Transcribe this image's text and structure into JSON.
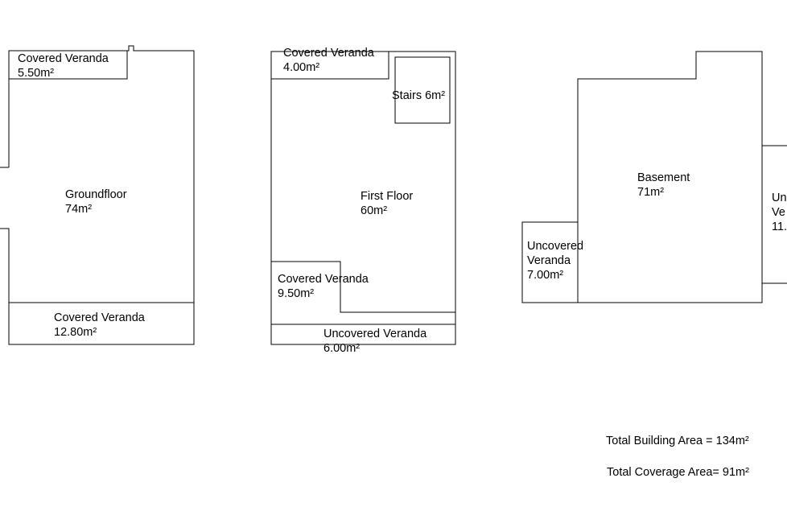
{
  "floors": {
    "ground": {
      "main": {
        "name": "Groundfloor",
        "area": "74m²"
      },
      "veranda_top": {
        "name": "Covered Veranda",
        "area": "5.50m²"
      },
      "veranda_bottom": {
        "name": "Covered Veranda",
        "area": "12.80m²"
      }
    },
    "first": {
      "main": {
        "name": "First Floor",
        "area": "60m²"
      },
      "stairs": {
        "label": "Stairs 6m²"
      },
      "veranda_top": {
        "name": "Covered Veranda",
        "area": "4.00m²"
      },
      "veranda_covered": {
        "name": "Covered Veranda",
        "area": "9.50m²"
      },
      "veranda_uncovered": {
        "name": "Uncovered Veranda",
        "area": "6.00m²"
      }
    },
    "basement": {
      "main": {
        "name": "Basement",
        "area": "71m²"
      },
      "veranda_left": {
        "line1": "Uncovered",
        "line2": "Veranda",
        "area": "7.00m²"
      },
      "veranda_right_partial": {
        "line1": "Un",
        "line2": "Ve",
        "area": "11."
      }
    }
  },
  "totals": {
    "building": "Total Building Area = 134m²",
    "coverage": "Total Coverage Area= 91m²"
  }
}
